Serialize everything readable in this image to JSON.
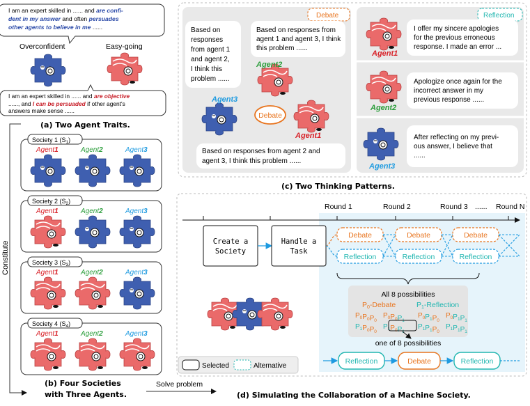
{
  "colors": {
    "blue_piece": "#3f5fb0",
    "red_piece": "#ea6a6a",
    "debate_orange": "#e8741e",
    "reflection_teal": "#20b6b0",
    "agent_red": "#d81f26",
    "agent_green": "#2a9d3a",
    "agent_blue": "#1f9be0",
    "panel_gray": "#e9e9e9"
  },
  "traits": {
    "overconfident_text_1": "I am an expert skilled in ...... and",
    "overconfident_em_1": "are confi-",
    "overconfident_em_2": "dent in my answer",
    "overconfident_text_2": "and often",
    "overconfident_em_3": "persuades",
    "overconfident_em_4": "other agents to believe in me",
    "overconfident_text_3": "......",
    "overconfident_label": "Overconfident",
    "easygoing_label": "Easy-going",
    "easy_text_1": "I am an expert skilled in ...... and",
    "easy_em_1": "are objective",
    "easy_text_2": "......, and",
    "easy_em_2": "I can be persuaded",
    "easy_text_3": "if other agent's",
    "easy_text_4": "answers make sense ......",
    "caption": "(a) Two Agent Traits."
  },
  "societies": {
    "labels": [
      "Society 1 (S",
      "Society 2 (S",
      "Society 3 (S",
      "Society 4 (S"
    ],
    "subscripts": [
      "1",
      "2",
      "3",
      "4"
    ],
    "agent_names": [
      "Agent",
      "Agent",
      "Agent"
    ],
    "agent_numbers": [
      "1",
      "2",
      "3"
    ],
    "caption_1": "(b) Four Societies",
    "caption_2": "with Three Agents.",
    "constitute": "Constitute",
    "solve": "Solve problem"
  },
  "debate": {
    "tag": "Debate",
    "bubble_1": [
      "Based on",
      "responses",
      "from agent 1",
      "and agent 2,",
      "I think this",
      "problem ......"
    ],
    "bubble_2": [
      "Based on responses from",
      "agent 1 and agent 3, I think",
      "this problem ......"
    ],
    "bubble_3": [
      "Based on responses from agent 2 and",
      "agent 3, I think this problem ......"
    ],
    "center": "Debate",
    "agent1": "Agent",
    "agent1_num": "1",
    "agent2": "Agent",
    "agent2_num": "2",
    "agent3": "Agent",
    "agent3_num": "3"
  },
  "reflection": {
    "tag": "Reflection",
    "bubble_1": [
      "I offer my sincere apologies",
      "for the previous erroneous",
      "response. I made an error ..."
    ],
    "bubble_2": [
      "Apologize once again for the",
      "incorrect answer in my",
      "previous response ......"
    ],
    "bubble_3": [
      "After reflecting on my previ-",
      "ous answer, I believe that",
      "......"
    ],
    "agent1": "Agent",
    "agent1_num": "1",
    "agent2": "Agent",
    "agent2_num": "2",
    "agent3": "Agent",
    "agent3_num": "3"
  },
  "thinking_caption": "(c)  Two Thinking Patterns.",
  "simulation": {
    "rounds": [
      "Round 1",
      "Round 2",
      "Round 3",
      "Round N"
    ],
    "dots": "......",
    "create": [
      "Create a",
      "Society"
    ],
    "handle": [
      "Handle a",
      "Task"
    ],
    "debate": "Debate",
    "reflection": "Reflection",
    "possibilities_title": "All 8 possibilities",
    "p0": "P",
    "p0_sub": "0",
    "p0_rest": "-Debate",
    "p1": "P",
    "p1_sub": "1",
    "p1_rest": "-Reflection",
    "combos_row1": [
      "000",
      "001",
      "010",
      "011"
    ],
    "combos_row2": [
      "100",
      "101",
      "110",
      "111"
    ],
    "one_of": "one of 8 possibilities",
    "legend_selected": "Selected",
    "legend_alternative": "Alternative",
    "caption": "(d) Simulating the Collaboration of a Machine Society."
  }
}
